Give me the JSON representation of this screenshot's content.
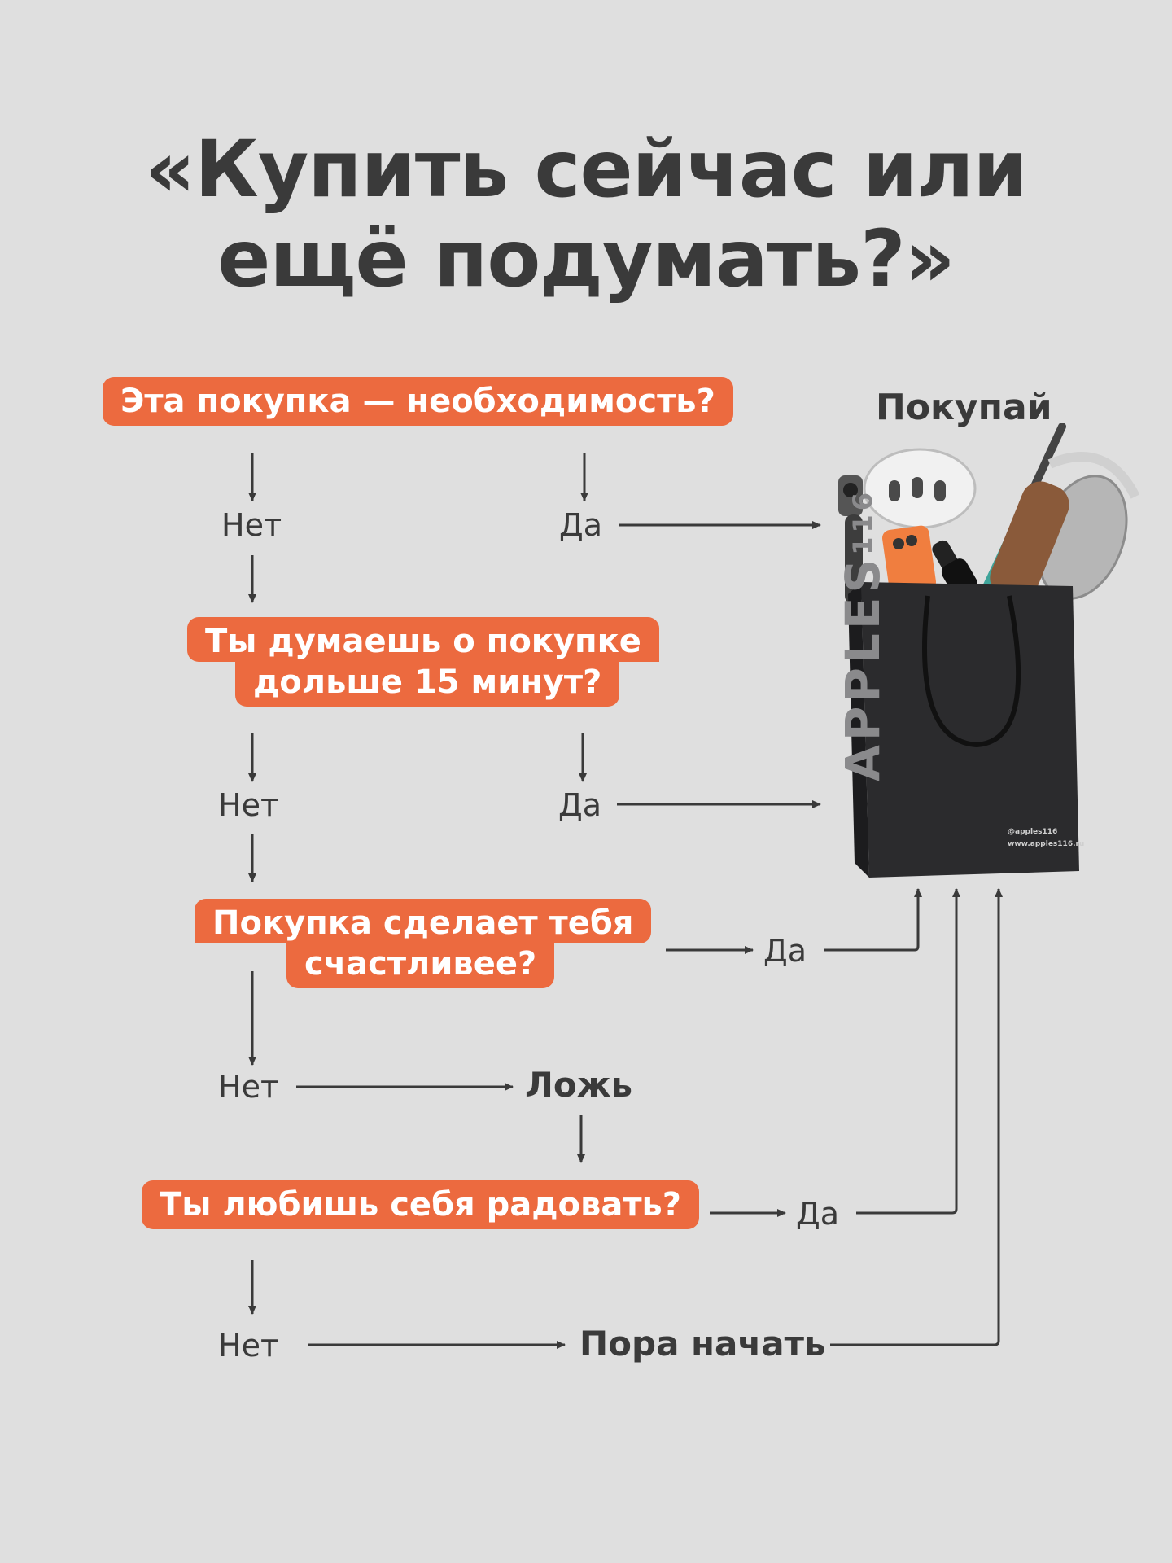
{
  "title": {
    "line1": "«Купить сейчас или",
    "line2": "ещё подумать?»"
  },
  "questions": {
    "q1": "Эта покупка — необходимость?",
    "q2_line1": "Ты думаешь о покупке",
    "q2_line2": "дольше 15 минут?",
    "q3_line1": "Покупка сделает тебя",
    "q3_line2": "счастливее?",
    "q4": "Ты любишь себя радовать?"
  },
  "answers": {
    "no": "Нет",
    "yes": "Да",
    "lie": "Ложь",
    "time_to_start": "Пора начать",
    "buy": "Покупай"
  },
  "bag": {
    "brand": "APPLES",
    "brand_sup": "116",
    "handle": "@apples116",
    "site": "www.apples116.ru"
  },
  "colors": {
    "accent": "#ec6a3f",
    "background": "#dfdfdf",
    "text": "#3a3a3a",
    "bag": "#2b2b2d"
  }
}
